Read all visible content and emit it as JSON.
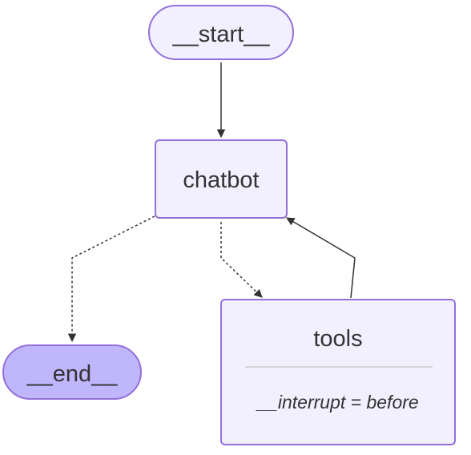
{
  "diagram": {
    "nodes": {
      "start": {
        "label": "__start__"
      },
      "chatbot": {
        "label": "chatbot"
      },
      "tools": {
        "label": "tools",
        "note": "__interrupt = before"
      },
      "end": {
        "label": "__end__"
      }
    },
    "edges": [
      {
        "from": "start",
        "to": "chatbot",
        "style": "solid"
      },
      {
        "from": "chatbot",
        "to": "end",
        "style": "dotted"
      },
      {
        "from": "chatbot",
        "to": "tools",
        "style": "dotted"
      },
      {
        "from": "tools",
        "to": "chatbot",
        "style": "solid"
      }
    ],
    "colors": {
      "node_fill": "#f2f0ff",
      "node_stroke": "#9370db",
      "end_fill": "#bfb6fc",
      "edge": "#333333",
      "divider": "#cccccc",
      "text": "#333333"
    }
  }
}
